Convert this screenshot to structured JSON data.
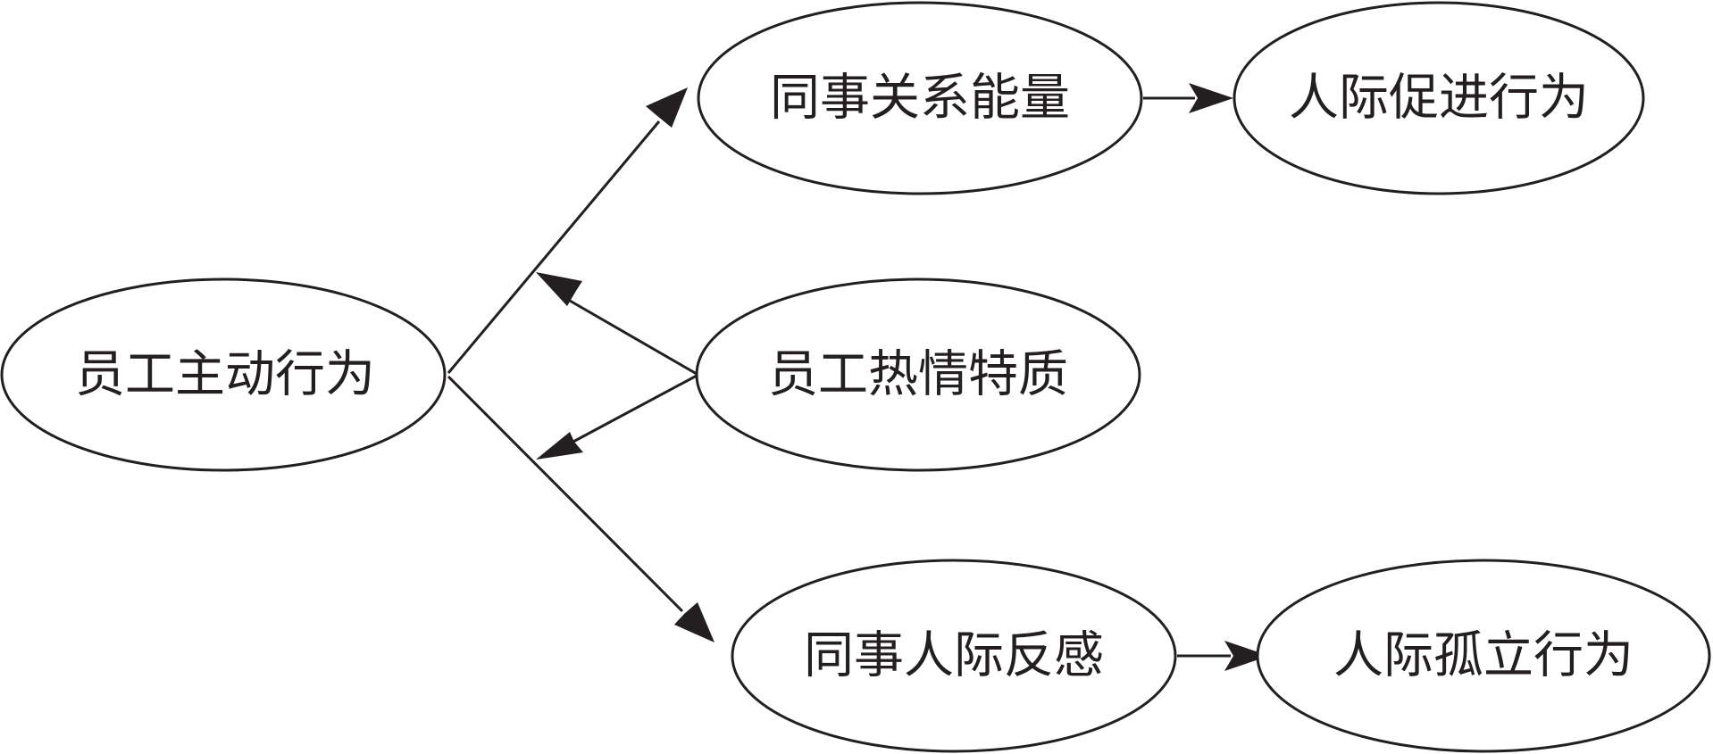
{
  "diagram": {
    "nodes": {
      "proactive": {
        "label": "员工主动行为"
      },
      "energy": {
        "label": "同事关系能量"
      },
      "promote": {
        "label": "人际促进行为"
      },
      "passion": {
        "label": "员工热情特质"
      },
      "aversion": {
        "label": "同事人际反感"
      },
      "isolate": {
        "label": "人际孤立行为"
      }
    },
    "edges": [
      {
        "from": "员工主动行为",
        "to": "同事关系能量"
      },
      {
        "from": "同事关系能量",
        "to": "人际促进行为"
      },
      {
        "from": "员工主动行为",
        "to": "同事人际反感"
      },
      {
        "from": "同事人际反感",
        "to": "人际孤立行为"
      },
      {
        "from": "员工热情特质",
        "to": "员工主动行为 → 同事关系能量"
      },
      {
        "from": "员工热情特质",
        "to": "员工主动行为 → 同事人际反感"
      }
    ],
    "colors": {
      "stroke": "#231f20",
      "fill": "#ffffff"
    }
  }
}
